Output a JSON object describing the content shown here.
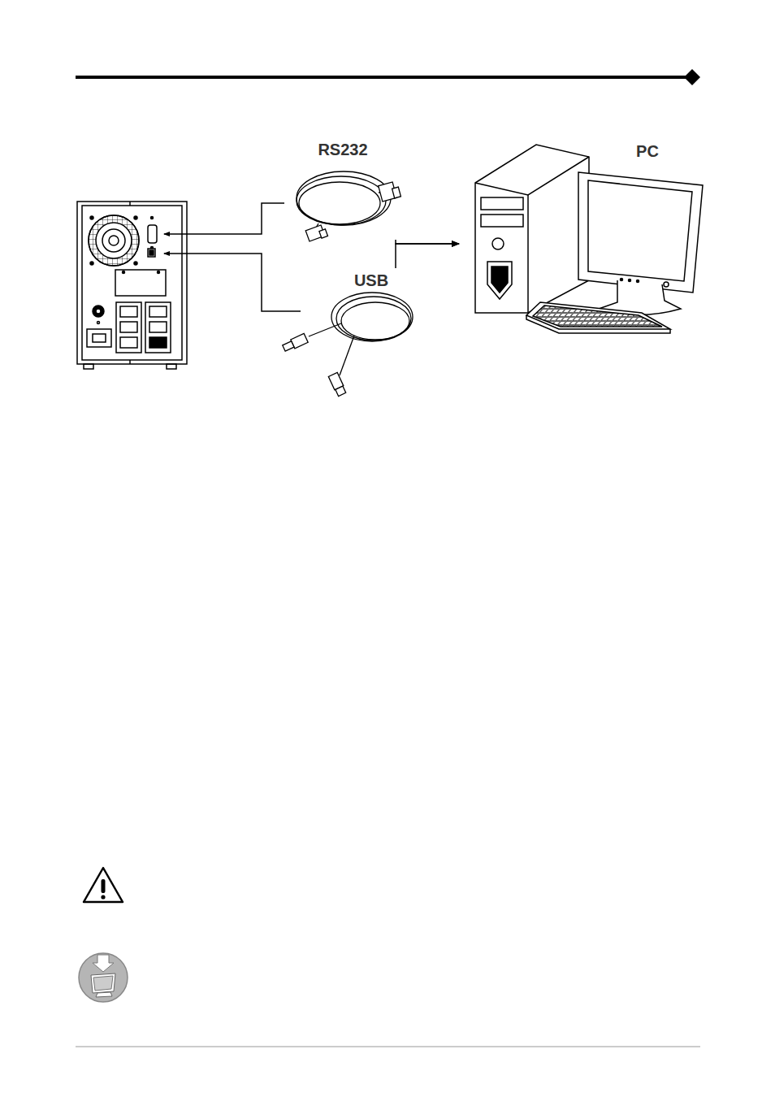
{
  "diagram": {
    "nodes": [
      {
        "text": [
          "RS232"
        ]
      },
      {
        "text": [
          "USB"
        ]
      },
      {
        "text": [
          "PC"
        ]
      }
    ],
    "edges": [
      {
        "from": 0,
        "to": 2,
        "arrow": "to"
      },
      {
        "from": 1,
        "to": 2,
        "arrow": "to"
      }
    ]
  }
}
